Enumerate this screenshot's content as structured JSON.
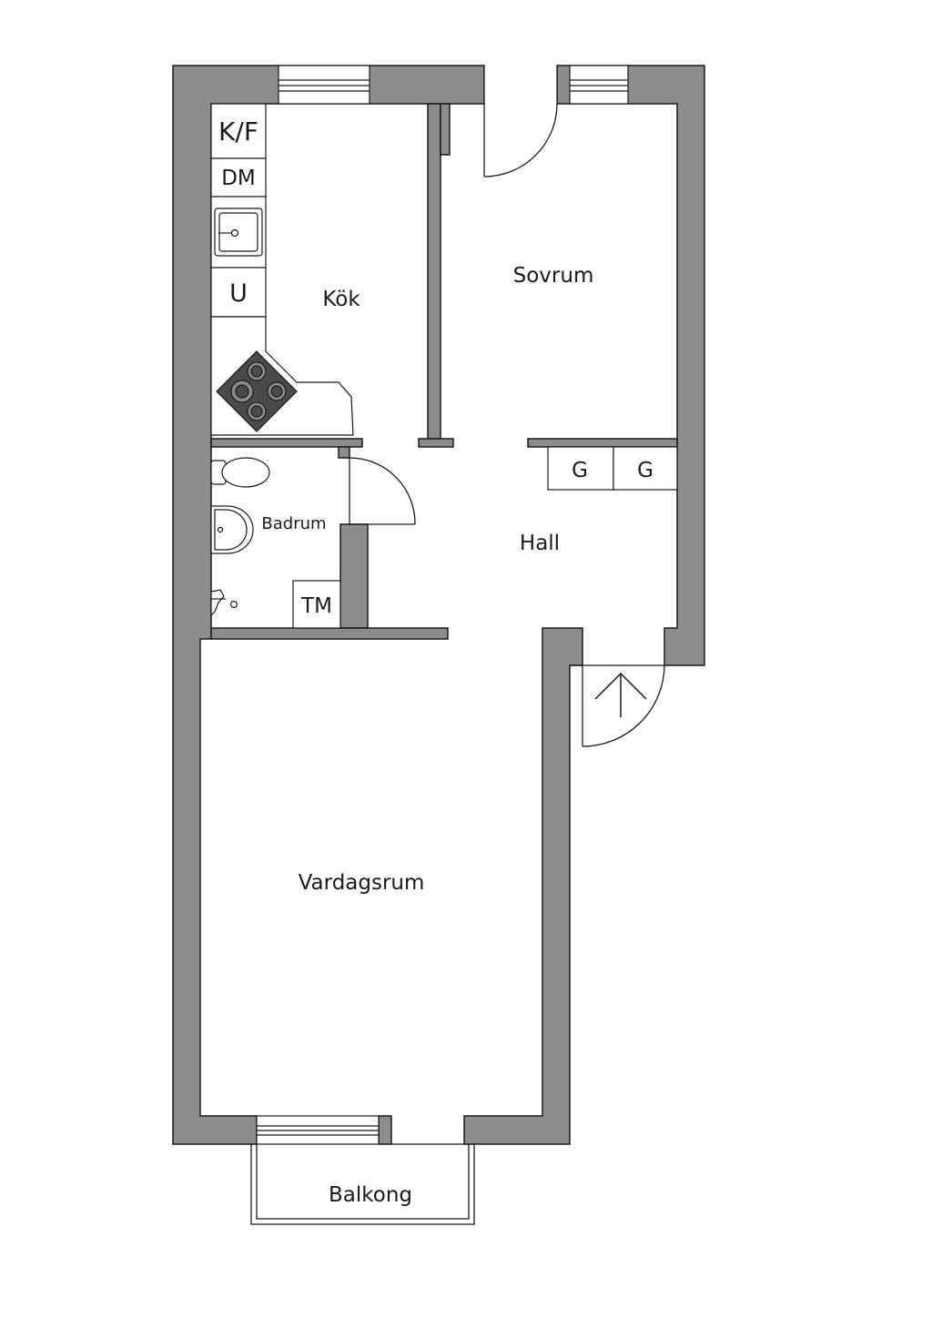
{
  "rooms": {
    "kitchen": "Kök",
    "bedroom": "Sovrum",
    "bathroom": "Badrum",
    "hall": "Hall",
    "living": "Vardagsrum",
    "balcony": "Balkong"
  },
  "fixtures": {
    "fridge_freezer": "K/F",
    "dishwasher": "DM",
    "oven": "U",
    "washer": "TM",
    "wardrobe_1": "G",
    "wardrobe_2": "G"
  },
  "colors": {
    "wall": "#8c8c8c",
    "stove": "#4a4a4a",
    "line": "#1a1a1a"
  }
}
